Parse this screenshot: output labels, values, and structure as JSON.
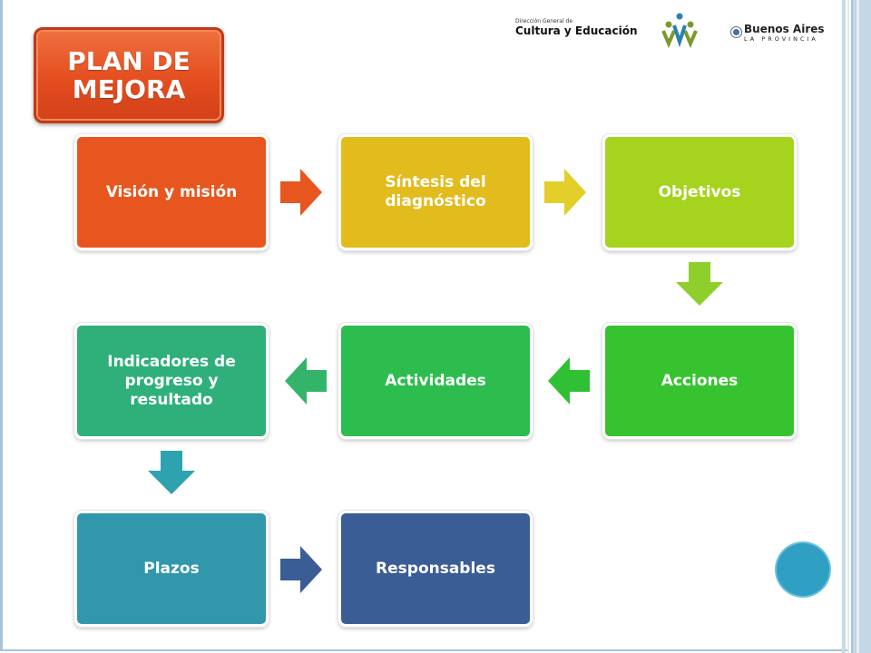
{
  "title": "PLAN DE\nMEJORA",
  "logos": {
    "cultura_small": "Dirección General de",
    "cultura_big": "Cultura y Educación",
    "ba_name": "Buenos Aires",
    "ba_sub": "LA PROVINCIA"
  },
  "steps": [
    {
      "label": "Visión y misión",
      "color": "#e8561f"
    },
    {
      "label": "Síntesis del diagnóstico",
      "color": "#e2bb1d"
    },
    {
      "label": "Objetivos",
      "color": "#a6d31e"
    },
    {
      "label": "Acciones",
      "color": "#37c32f"
    },
    {
      "label": "Actividades",
      "color": "#2dbd4e"
    },
    {
      "label": "Indicadores de progreso y resultado",
      "color": "#2fb07a"
    },
    {
      "label": "Plazos",
      "color": "#3197ab"
    },
    {
      "label": "Responsables",
      "color": "#3b5d96"
    }
  ],
  "arrow_colors": {
    "a1": "#e8561f",
    "a2": "#e2cf2a",
    "a3": "#8fcf2d",
    "a4": "#2fc133",
    "a5": "#34b36b",
    "a6": "#2fa2b0",
    "a7": "#3b5d96"
  },
  "accent_circle": "#2f9fc4"
}
